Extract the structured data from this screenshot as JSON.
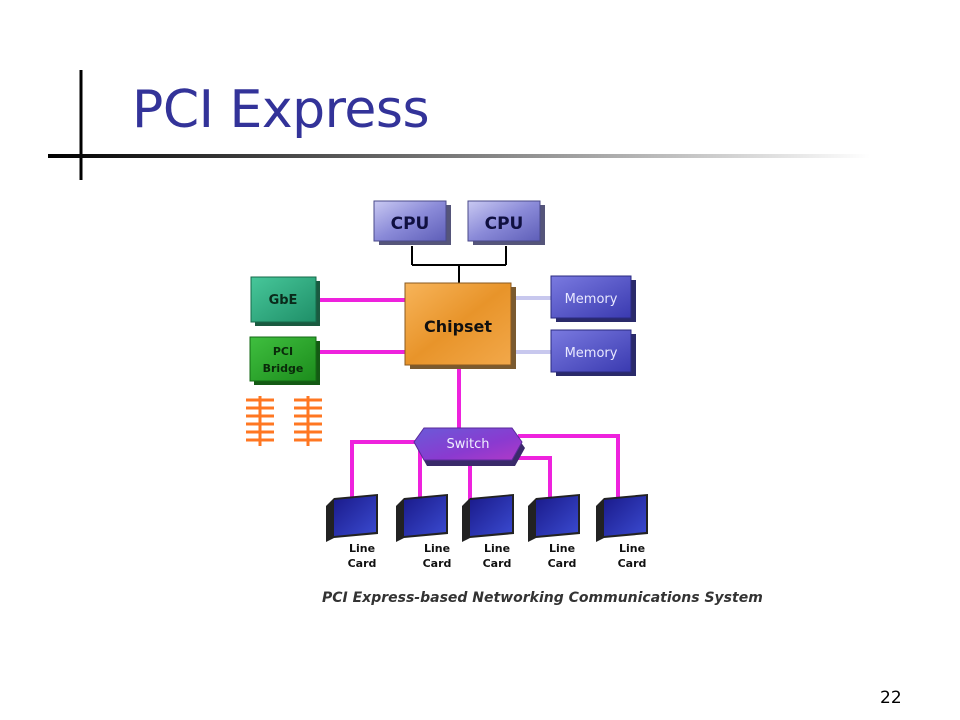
{
  "slide": {
    "title": "PCI Express",
    "page_number": "22"
  },
  "diagram": {
    "caption": "PCI Express-based Networking Communications System",
    "cpus": [
      "CPU",
      "CPU"
    ],
    "chipset": "Chipset",
    "memory": [
      "Memory",
      "Memory"
    ],
    "gbe": "GbE",
    "pci_bridge": [
      "PCI",
      "Bridge"
    ],
    "switch": "Switch",
    "line_cards": [
      [
        "Line",
        "Card"
      ],
      [
        "Line",
        "Card"
      ],
      [
        "Line",
        "Card"
      ],
      [
        "Line",
        "Card"
      ],
      [
        "Line",
        "Card"
      ]
    ]
  }
}
